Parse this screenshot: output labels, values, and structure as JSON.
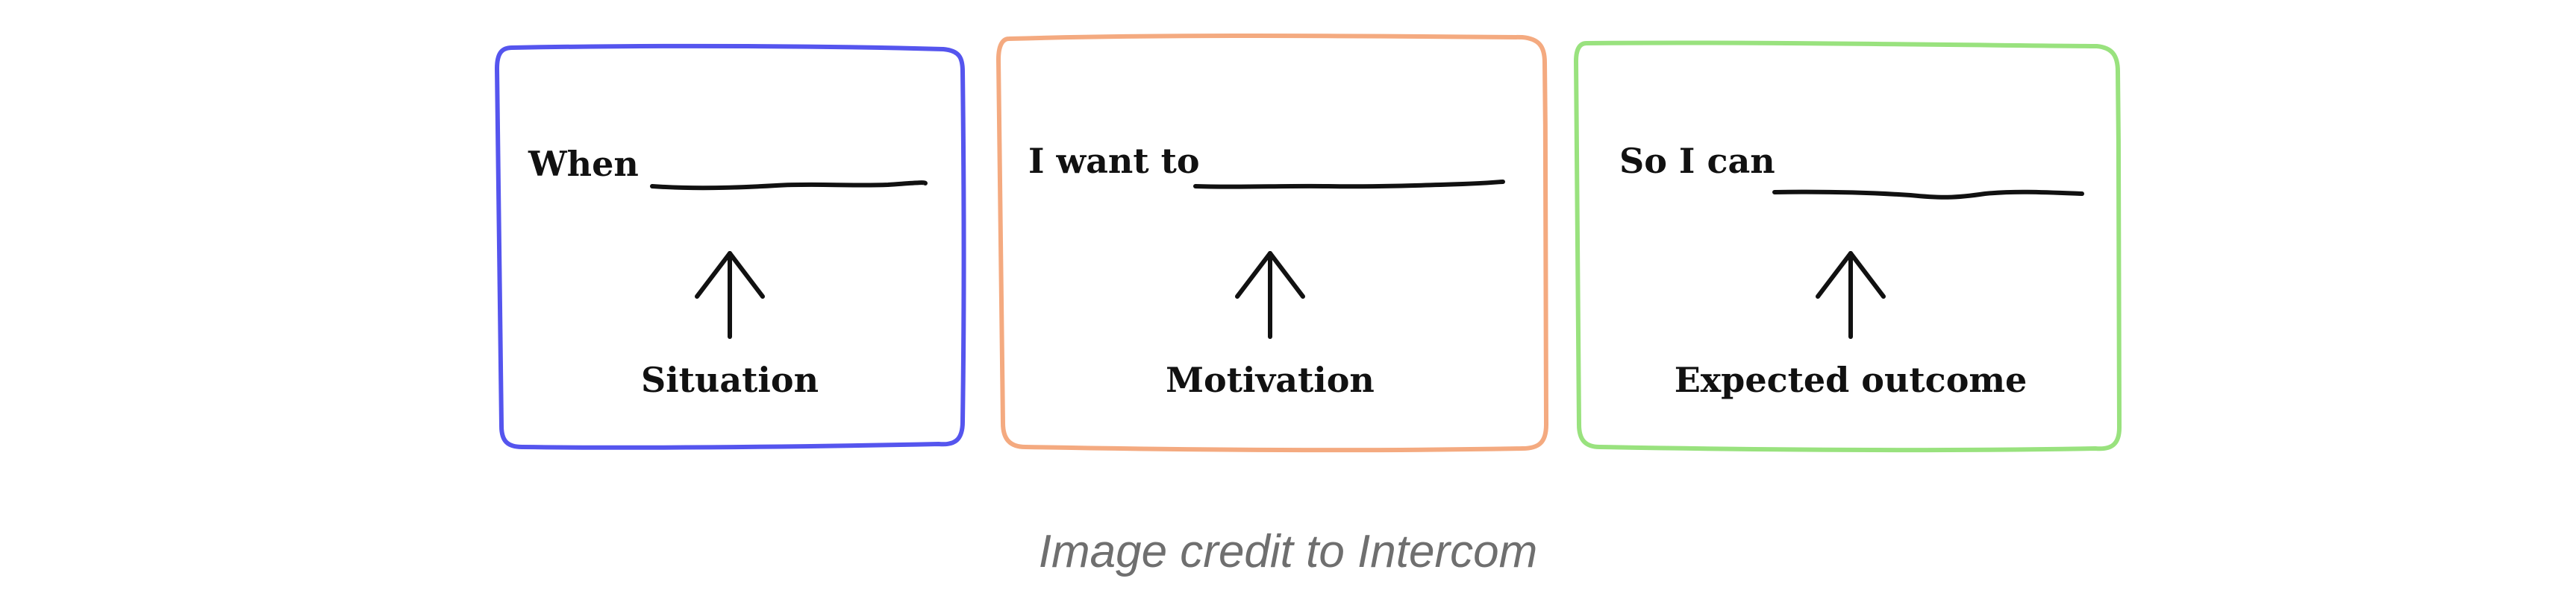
{
  "cards": [
    {
      "label": "When",
      "caption": "Situation",
      "border_color": "#5555ee",
      "icon": "up-arrow-icon"
    },
    {
      "label": "I want to",
      "caption": "Motivation",
      "border_color": "#f4aa80",
      "icon": "up-arrow-icon"
    },
    {
      "label": "So I can",
      "caption": "Expected outcome",
      "border_color": "#99e27e",
      "icon": "up-arrow-icon"
    }
  ],
  "credit": "Image credit to Intercom"
}
